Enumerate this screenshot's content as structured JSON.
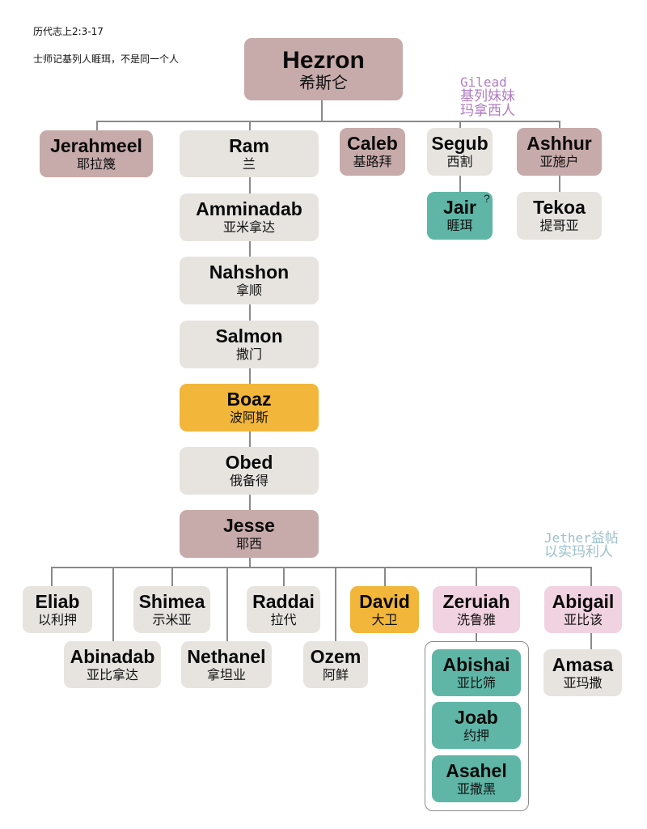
{
  "notes": {
    "reference": "历代志上2:3-17",
    "remark": "士师记基列人睚珥，不是同一个人"
  },
  "colors": {
    "rose": "#c7aaaa",
    "grey": "#e7e4e0",
    "teal": "#5fb6a6",
    "gold": "#f2b63a",
    "pink": "#f1d2e0",
    "annotation_purple": "#b07cc0",
    "annotation_blue": "#9cc0cc",
    "connector": "#8a8a8a"
  },
  "root": {
    "en": "Hezron",
    "zh": "希斯仑"
  },
  "generation1": [
    {
      "en": "Jerahmeel",
      "zh": "耶拉篾"
    },
    {
      "en": "Ram",
      "zh": "兰"
    },
    {
      "en": "Caleb",
      "zh": "基路拜"
    },
    {
      "en": "Segub",
      "zh": "西割"
    },
    {
      "en": "Ashhur",
      "zh": "亚施户"
    }
  ],
  "segub_child": {
    "en": "Jair",
    "zh": "睚珥",
    "mark": "?"
  },
  "ashhur_child": {
    "en": "Tekoa",
    "zh": "提哥亚"
  },
  "gilead_note": {
    "en": "Gilead",
    "zh1": "基列妹妹",
    "zh2": "玛拿西人"
  },
  "ram_line": [
    {
      "en": "Amminadab",
      "zh": "亚米拿达"
    },
    {
      "en": "Nahshon",
      "zh": "拿顺"
    },
    {
      "en": "Salmon",
      "zh": "撒门"
    },
    {
      "en": "Boaz",
      "zh": "波阿斯"
    },
    {
      "en": "Obed",
      "zh": "俄备得"
    },
    {
      "en": "Jesse",
      "zh": "耶西"
    }
  ],
  "jether_note": {
    "en": "Jether",
    "zh1": "益帖",
    "zh2": "以实玛利人"
  },
  "jesse_children": [
    {
      "en": "Eliab",
      "zh": "以利押"
    },
    {
      "en": "Abinadab",
      "zh": "亚比拿达"
    },
    {
      "en": "Shimea",
      "zh": "示米亚"
    },
    {
      "en": "Nethanel",
      "zh": "拿坦业"
    },
    {
      "en": "Raddai",
      "zh": "拉代"
    },
    {
      "en": "Ozem",
      "zh": "阿鲜"
    },
    {
      "en": "David",
      "zh": "大卫"
    },
    {
      "en": "Zeruiah",
      "zh": "洗鲁雅"
    },
    {
      "en": "Abigail",
      "zh": "亚比该"
    }
  ],
  "zeruiah_children": [
    {
      "en": "Abishai",
      "zh": "亚比筛"
    },
    {
      "en": "Joab",
      "zh": "约押"
    },
    {
      "en": "Asahel",
      "zh": "亚撒黑"
    }
  ],
  "abigail_child": {
    "en": "Amasa",
    "zh": "亚玛撒"
  }
}
